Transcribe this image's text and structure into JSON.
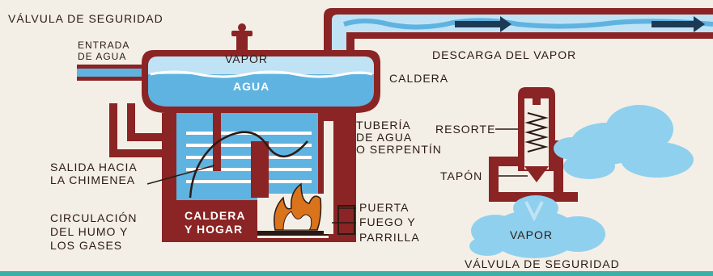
{
  "labels": {
    "safety_valve_top": "VÁLVULA DE SEGURIDAD",
    "water_inlet": [
      "ENTRADA",
      "DE AGUA"
    ],
    "steam_in_boiler": "VAPOR",
    "steam_discharge": "DESCARGA DEL VAPOR",
    "water": "AGUA",
    "boiler": "CALDERA",
    "water_tubes": [
      "TUBERÍA",
      "DE AGUA",
      "O SERPENTÍN"
    ],
    "chimney_outlet": [
      "SALIDA HACIA",
      "LA CHIMENEA"
    ],
    "smoke_circulation": [
      "CIRCULACIÓN",
      "DEL HUMO Y",
      "LOS GASES"
    ],
    "boiler_furnace": [
      "CALDERA",
      "Y HOGAR"
    ],
    "door": "PUERTA",
    "fire_grate": [
      "FUEGO Y",
      "PARRILLA"
    ],
    "spring": "RESORTE",
    "plug": "TAPÓN",
    "steam_release": "VAPOR",
    "safety_valve_bottom": "VÁLVULA DE SEGURIDAD"
  },
  "colors": {
    "background": "#f4efe6",
    "metal": "#8b2424",
    "water": "#5fb3e0",
    "water_light": "#bfe3f5",
    "steam": "#8fd0ee",
    "arrow": "#1d3a55",
    "fire": "#d9731c",
    "ink": "#2b1a14",
    "bottom_band": "#3ab0a6"
  }
}
